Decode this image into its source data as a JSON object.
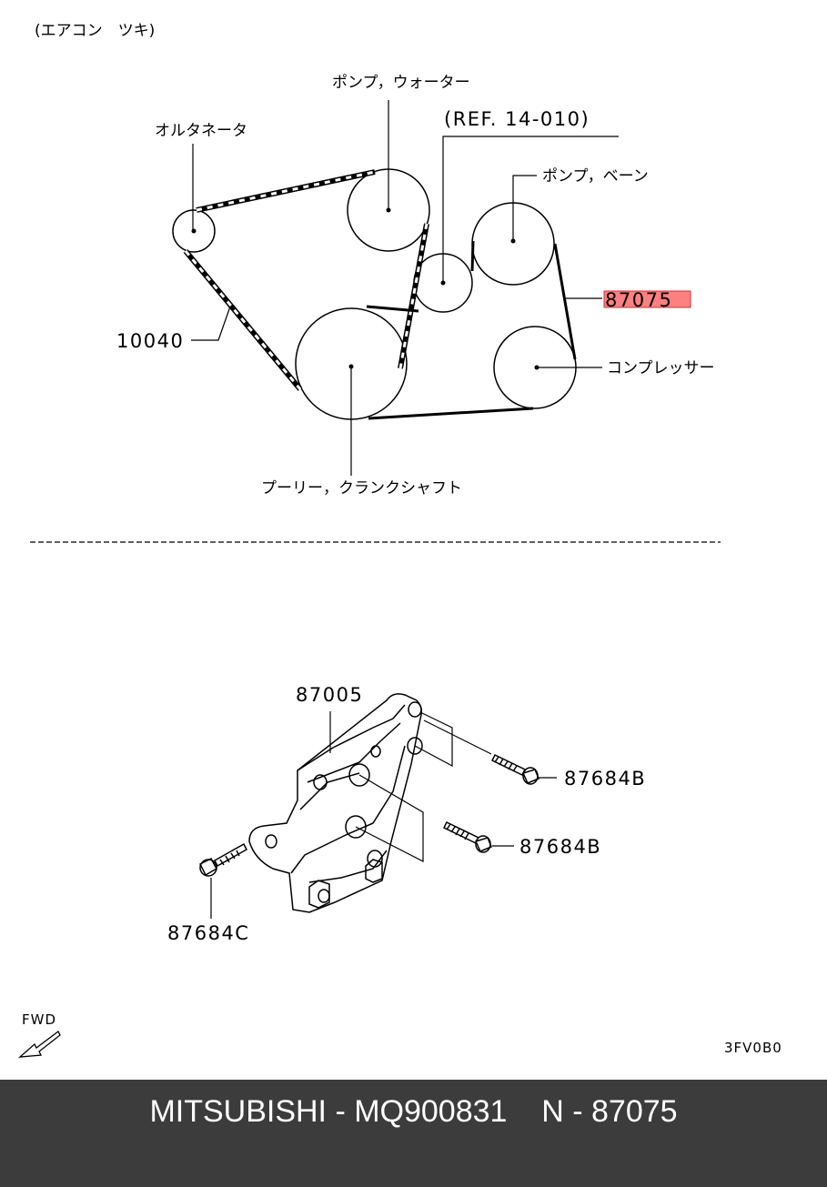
{
  "header_note": "(エアコン　ツキ)",
  "belt_diagram": {
    "labels": {
      "water_pump": "ポンプ，ウォーター",
      "reference": "(REF. 14-010)",
      "alternator": "オルタネータ",
      "vane_pump": "ポンプ，ベーン",
      "compressor": "コンプレッサー",
      "crank_pulley": "プーリー，クランクシャフト"
    },
    "part_numbers": {
      "alt_belt": "10040",
      "ac_belt": "87075"
    },
    "highlight_color": "#ff8080"
  },
  "bracket_diagram": {
    "part_numbers": {
      "bracket": "87005",
      "bolt_upper": "87684B",
      "bolt_middle": "87684B",
      "bolt_lower": "87684C"
    }
  },
  "fwd_label": "FWD",
  "figure_code": "3FV0B0",
  "footer": {
    "text": "MITSUBISHI - MQ900831    N - 87075",
    "background": "#3c3c3c"
  }
}
